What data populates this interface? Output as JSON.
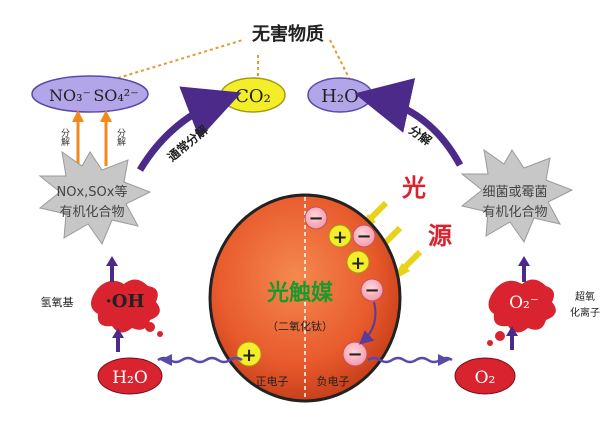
{
  "harmless_label": "无害物质",
  "light_label": "光源",
  "catalyst": {
    "name": "光触媒",
    "sub": "（二氧化钛）",
    "positive_label": "正电子",
    "negative_label": "负电子"
  },
  "left_side": {
    "pollutant_line1": "NOx,SOx等",
    "pollutant_line2": "有机化合物",
    "products": {
      "no3": "NO₃⁻",
      "so4": "SO₄²⁻"
    },
    "decompose_small": "分解",
    "general_decompose": "通常分解",
    "oh": "·OH",
    "oh_label": "氢氧基",
    "water": "H₂O"
  },
  "right_side": {
    "bio_line1": "细菌或霉菌",
    "bio_line2": "有机化合物",
    "decompose": "分解",
    "o2minus": "O₂⁻",
    "o2minus_label_line1": "超氧",
    "o2minus_label_line2": "化离子",
    "o2": "O₂"
  },
  "center_products": {
    "co2": "CO₂",
    "h2o": "H₂O"
  },
  "charges": {
    "plus": "+",
    "minus": "−"
  },
  "colors": {
    "catalyst_fill": "#e85a2c",
    "catalyst_green_text": "#1a9a2a",
    "oval_purple": "#b3a6e8",
    "oval_yellow": "#f4ee2a",
    "red_shape": "#d9232f",
    "arrow_purple": "#4b2a8a",
    "star_gray": "#c7c7c7",
    "light_yellow": "#e8d21a",
    "orange_arrow": "#f08a1c",
    "dotted_orange": "#e59a2a"
  }
}
